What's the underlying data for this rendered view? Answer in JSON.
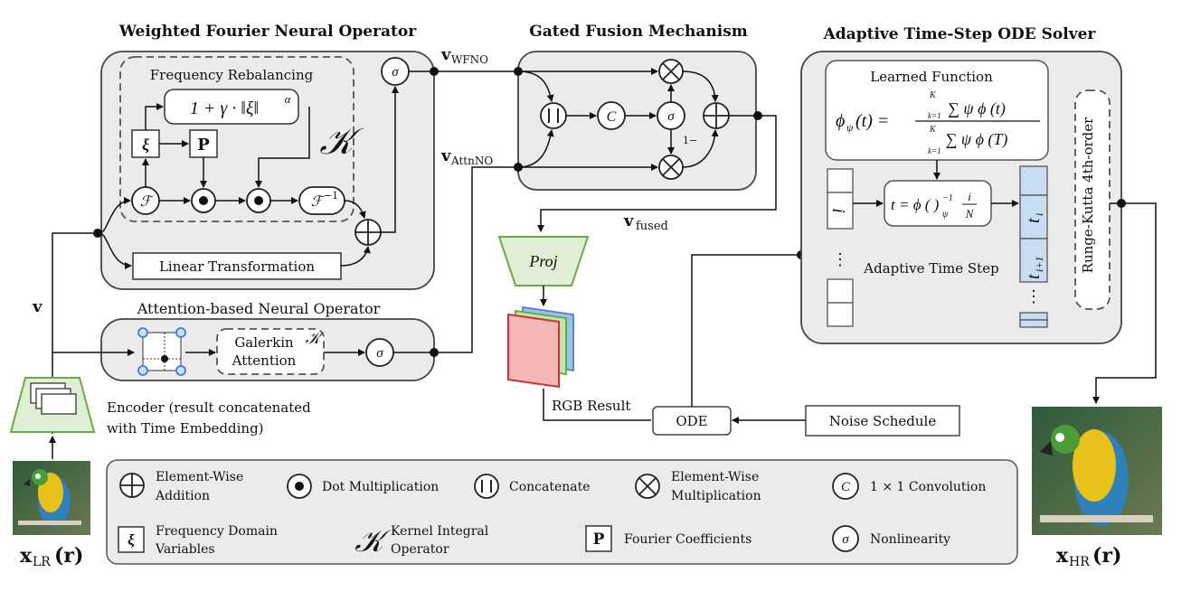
{
  "titles": {
    "wfno": "Weighted Fourier Neural Operator",
    "gated": "Gated Fusion Mechanism",
    "ode_solver": "Adaptive Time-Step ODE Solver",
    "attn_no": "Attention-based Neural Operator"
  },
  "wfno": {
    "freq_rebalancing": "Frequency Rebalancing",
    "rebalance_formula": "1 + γ · ‖ξ‖",
    "rebalance_exp": "α",
    "xi": "ξ",
    "p": "P",
    "fourier": "ℱ",
    "inv_fourier": "ℱ",
    "inv_sup": "−1",
    "kernel": "𝒦",
    "sigma": "σ",
    "linear": "Linear Transformation"
  },
  "attn": {
    "galerkin_1": "Galerkin",
    "galerkin_2": "Attention",
    "kernel": "𝒦",
    "sigma": "σ"
  },
  "gated": {
    "c": "C",
    "sigma": "σ",
    "one_minus": "1−"
  },
  "labels": {
    "v": "v",
    "v_wfno": "v",
    "v_wfno_sub": "WFNO",
    "v_attnno": "v",
    "v_attnno_sub": "AttnNO",
    "v_fused": "v",
    "v_fused_sub": "fused",
    "proj": "Proj",
    "rgb_result": "RGB Result",
    "ode": "ODE",
    "noise_schedule": "Noise Schedule",
    "encoder_1": "Encoder (result concatenated",
    "encoder_2": "with Time Embedding)",
    "x_lr": "x",
    "x_lr_sub": "LR",
    "x_lr_arg": "(r)",
    "x_hr": "x",
    "x_hr_sub": "HR",
    "x_hr_arg": "(r)"
  },
  "ode_solver": {
    "learned_function": "Learned Function",
    "phi_lhs": "ϕ",
    "phi_lhs_sub": "ψ",
    "phi_lhs_arg": "(t) =",
    "num": "∑ ψ ϕ (t)",
    "den": "∑ ψ ϕ (T)",
    "sum_top": "K",
    "sum_bottom": "k=1",
    "ti_formula": "t = ϕ (  )",
    "ti_i": "i",
    "ti_N": "N",
    "ti_sup": "−1",
    "ti_sub": "ψ",
    "i_cell": "i",
    "t_i": "t",
    "t_i_sub": "i",
    "t_i1": "t",
    "t_i1_sub": "i+1",
    "adaptive_step": "Adaptive Time Step",
    "rk": "Runge-Kutta 4th-order",
    "dots": "⋮"
  },
  "legend": {
    "add_1": "Element-Wise",
    "add_2": "Addition",
    "dot": "Dot Multiplication",
    "concat": "Concatenate",
    "mul_1": "Element-Wise",
    "mul_2": "Multiplication",
    "conv_sym": "C",
    "conv": "1 × 1 Convolution",
    "xi_sym": "ξ",
    "xi_1": "Frequency Domain",
    "xi_2": "Variables",
    "k_sym": "𝒦",
    "k_1": "Kernel Integral",
    "k_2": "Operator",
    "p_sym": "P",
    "p": "Fourier Coefficients",
    "sigma_sym": "σ",
    "sigma": "Nonlinearity"
  }
}
